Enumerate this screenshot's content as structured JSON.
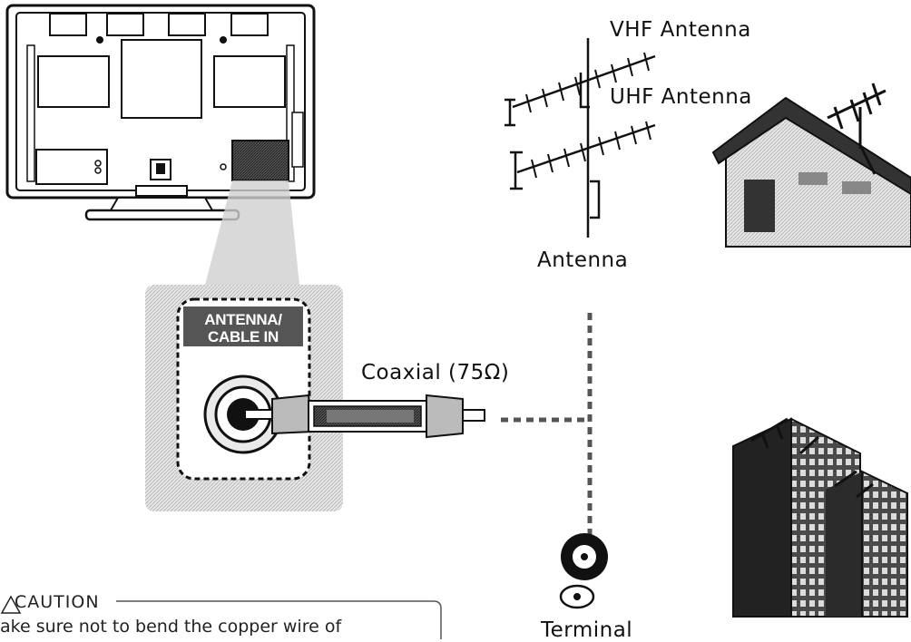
{
  "labels": {
    "vhf_antenna": "VHF Antenna",
    "uhf_antenna": "UHF Antenna",
    "antenna": "Antenna",
    "coaxial": "Coaxial (75Ω)",
    "terminal": "Terminal"
  },
  "port": {
    "line1": "ANTENNA/",
    "line2": "CABLE IN"
  },
  "caution": {
    "title": "CAUTION",
    "text": "ake sure not to bend the copper wire of"
  },
  "colors": {
    "port_panel": "#d9d9d9",
    "port_label_bg": "#555555",
    "line": "#111111",
    "house_roof": "#333333",
    "building_dark": "#222222"
  }
}
